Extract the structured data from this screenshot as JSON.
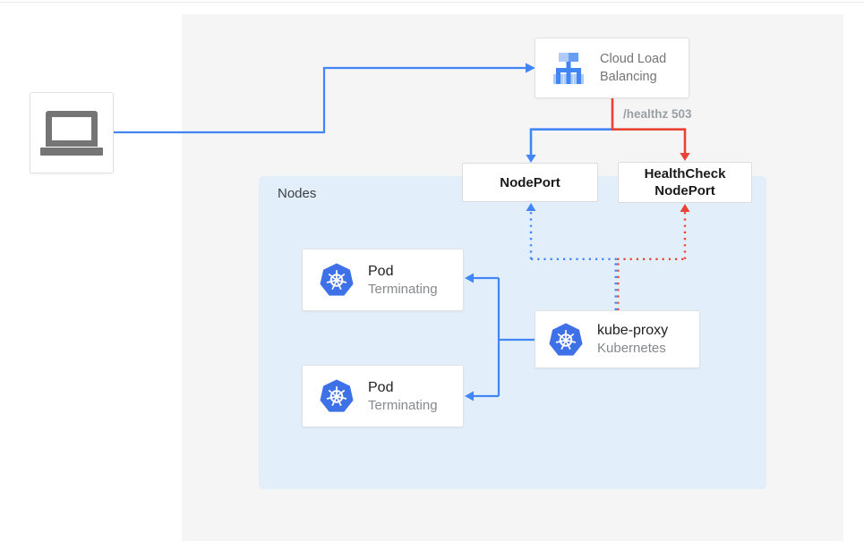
{
  "diagram": {
    "client": {
      "icon": "laptop-icon"
    },
    "load_balancer": {
      "icon": "cloud-load-balancing-icon",
      "line1": "Cloud Load",
      "line2": "Balancing"
    },
    "healthz_label": "/healthz 503",
    "nodeport": {
      "label": "NodePort"
    },
    "healthcheck_nodeport": {
      "line1": "HealthCheck",
      "line2": "NodePort"
    },
    "nodes_container": {
      "label": "Nodes"
    },
    "pods": [
      {
        "icon": "kubernetes-icon",
        "title": "Pod",
        "subtitle": "Terminating"
      },
      {
        "icon": "kubernetes-icon",
        "title": "Pod",
        "subtitle": "Terminating"
      }
    ],
    "kube_proxy": {
      "icon": "kubernetes-icon",
      "title": "kube-proxy",
      "subtitle": "Kubernetes"
    },
    "colors": {
      "blue_flow": "#4285F4",
      "red_flow": "#EA4335",
      "nodes_bg": "#E2EFFB",
      "panel_bg": "#F5F5F6",
      "gray_icon": "#757575",
      "gray_text": "#9AA0A6",
      "k8s_blue": "#3E70E8"
    }
  }
}
